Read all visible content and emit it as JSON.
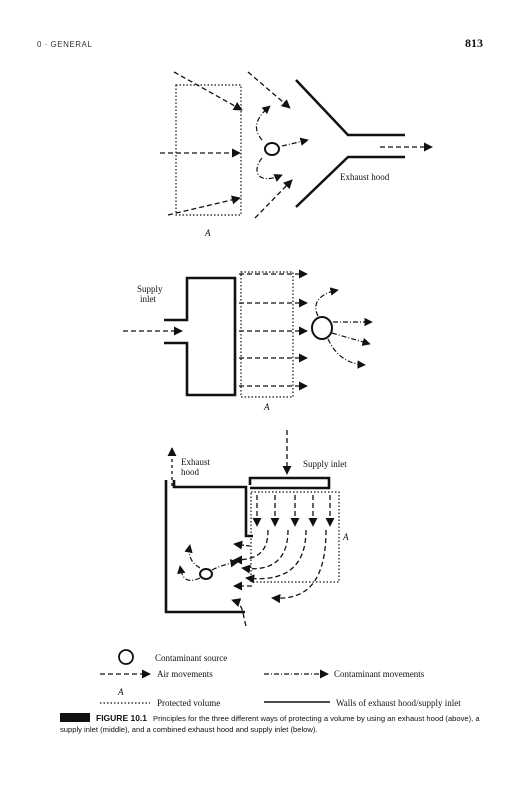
{
  "header": {
    "left": "0 · GENERAL",
    "page_number": "813"
  },
  "diagram1": {
    "hood_label": "Exhaust hood",
    "volume_label": "A"
  },
  "diagram2": {
    "supply_label_line1": "Supply",
    "supply_label_line2": "inlet",
    "volume_label": "A"
  },
  "diagram3": {
    "exhaust_label_line1": "Exhaust",
    "exhaust_label_line2": "hood",
    "supply_label": "Supply inlet",
    "volume_label": "A"
  },
  "legend": {
    "contaminant_source": "Contaminant source",
    "air_movements": "Air movements",
    "contaminant_movements": "Contaminant movements",
    "protected_volume_letter": "A",
    "protected_volume": "Protected volume",
    "walls": "Walls of exhaust hood/supply inlet"
  },
  "caption": {
    "figure_label": "FIGURE 10.1",
    "text": "Principles for the three different ways of protecting a volume by using an exhaust hood (above), a supply inlet (middle), and a combined exhaust hood and supply inlet (below)."
  }
}
